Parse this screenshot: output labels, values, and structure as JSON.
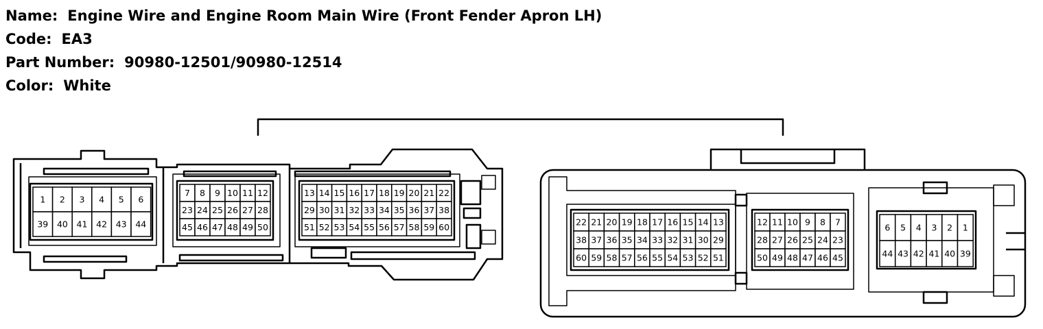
{
  "info": {
    "name_label": "Name:",
    "name_value": "Engine Wire and Engine Room Main Wire (Front Fender Apron LH)",
    "code_label": "Code:",
    "code_value": "EA3",
    "part_label": "Part Number:",
    "part_value": "90980-12501/90980-12514",
    "color_label": "Color:",
    "color_value": "White"
  },
  "left_connector": {
    "block_a": [
      [
        "1",
        "2",
        "3",
        "4",
        "5",
        "6"
      ],
      [
        "39",
        "40",
        "41",
        "42",
        "43",
        "44"
      ]
    ],
    "block_b": [
      [
        "7",
        "8",
        "9",
        "10",
        "11",
        "12"
      ],
      [
        "23",
        "24",
        "25",
        "26",
        "27",
        "28"
      ],
      [
        "45",
        "46",
        "47",
        "48",
        "49",
        "50"
      ]
    ],
    "block_c": [
      [
        "13",
        "14",
        "15",
        "16",
        "17",
        "18",
        "19",
        "20",
        "21",
        "22"
      ],
      [
        "29",
        "30",
        "31",
        "32",
        "33",
        "34",
        "35",
        "36",
        "37",
        "38"
      ],
      [
        "51",
        "52",
        "53",
        "54",
        "55",
        "56",
        "57",
        "58",
        "59",
        "60"
      ]
    ]
  },
  "right_connector": {
    "block_a": [
      [
        "22",
        "21",
        "20",
        "19",
        "18",
        "17",
        "16",
        "15",
        "14",
        "13"
      ],
      [
        "38",
        "37",
        "36",
        "35",
        "34",
        "33",
        "32",
        "31",
        "30",
        "29"
      ],
      [
        "60",
        "59",
        "58",
        "57",
        "56",
        "55",
        "54",
        "53",
        "52",
        "51"
      ]
    ],
    "block_b": [
      [
        "12",
        "11",
        "10",
        "9",
        "8",
        "7"
      ],
      [
        "28",
        "27",
        "26",
        "25",
        "24",
        "23"
      ],
      [
        "50",
        "49",
        "48",
        "47",
        "46",
        "45"
      ]
    ],
    "block_c": [
      [
        "6",
        "5",
        "4",
        "3",
        "2",
        "1"
      ],
      [
        "44",
        "43",
        "42",
        "41",
        "40",
        "39"
      ]
    ]
  }
}
